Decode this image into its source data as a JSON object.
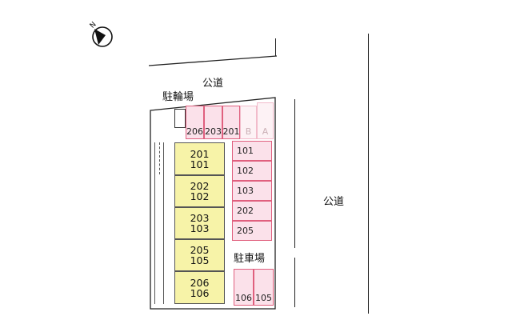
{
  "map": {
    "compass": {
      "icon": "north-arrow-icon",
      "label": "N"
    },
    "roads": [
      {
        "id": "road-top",
        "label": "公道"
      },
      {
        "id": "road-right",
        "label": "公道"
      }
    ],
    "bicycle_parking": {
      "label": "駐輪場"
    },
    "parking_lot": {
      "label": "駐車場"
    },
    "building_units": [
      {
        "upper": "201",
        "lower": "101"
      },
      {
        "upper": "202",
        "lower": "102"
      },
      {
        "upper": "203",
        "lower": "103"
      },
      {
        "upper": "205",
        "lower": "105"
      },
      {
        "upper": "206",
        "lower": "106"
      }
    ],
    "parking_top_row": [
      {
        "label": "206",
        "state": "assigned"
      },
      {
        "label": "203",
        "state": "assigned"
      },
      {
        "label": "201",
        "state": "assigned"
      },
      {
        "label": "B",
        "state": "vacant"
      },
      {
        "label": "A",
        "state": "vacant"
      }
    ],
    "parking_column": [
      {
        "label": "101"
      },
      {
        "label": "102"
      },
      {
        "label": "103"
      },
      {
        "label": "202"
      },
      {
        "label": "205"
      }
    ],
    "parking_bottom_row": [
      {
        "label": "106"
      },
      {
        "label": "105"
      }
    ],
    "colors": {
      "building_fill": "#f7f3a8",
      "parking_fill": "#fbe1ea",
      "parking_border": "#e0607e",
      "vacant_fill": "#fdf2f5"
    }
  }
}
